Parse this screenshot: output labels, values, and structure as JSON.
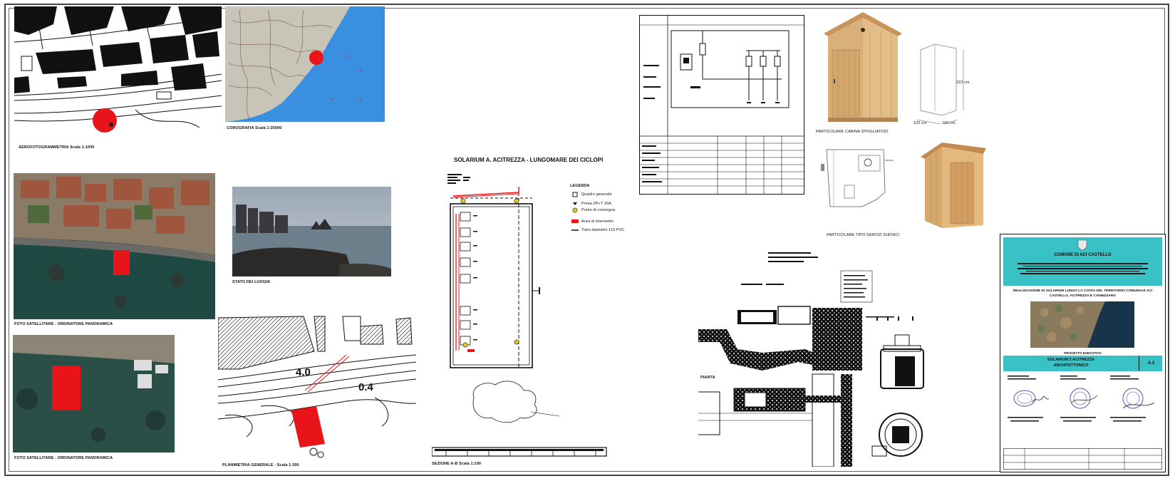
{
  "captions": {
    "aerofoto": "AEROFOTOGRAMMETRIA Scala 1:1000",
    "corografia": "COROGRAFIA Scala 1:25000",
    "foto_satellitare_1": "FOTO SATELLITARE - ORDINATORE PANORAMICA",
    "foto_satellitare_2": "FOTO SATELLITARE - ORDINATORE PANORAMICA",
    "stato": "STATO DEI LUOGHI",
    "planimetria": "PLANIMETRIA GENERALE - Scala 1:200",
    "main_title": "SOLARIUM A. ACITREZZA - LUNGOMARE DEI CICLOPI",
    "legenda": "LEGENDA",
    "sezione": "SEZIONE A-B Scala 1:100",
    "pianta": "PIANTA",
    "particolare_cabina": "PARTICOLARE CABINA SPOGLIATOIO",
    "particolare_wc": "PARTICOLARE TIPO SERVIZI IGIENICI",
    "dim_height": "222 cm",
    "dim_depth": "120 cm",
    "dim_width": "100 cm"
  },
  "elevations": {
    "upper": "4.0",
    "lower": "0.4"
  },
  "legend_items": [
    "Quadro generale",
    "Presa 2P+T 16A",
    "Punto di consegna",
    "Area di intervento",
    "Tubo diametro 110 PVC"
  ],
  "title_block": {
    "comune": "COMUNE DI ACI CASTELLO",
    "oggetto": "REALIZZAZIONE DI SOLARIUM LUNGO LA COSTA DEL TERRITORIO COMUNALE ACI CASTELLO, ACITREZZA E CANNIZZARO",
    "progetto": "PROGETTO ESECUTIVO",
    "tavola_title": "SOLARIUM 2 ACITREZZA",
    "tavola_subtitle": "ARCHITETTONICO",
    "tavola_code": "A.2"
  },
  "colors": {
    "marker_red": "#e8141a",
    "sea_blue": "#3a8fe0",
    "teal": "#38c2c6",
    "wood": "#d9b07a"
  }
}
